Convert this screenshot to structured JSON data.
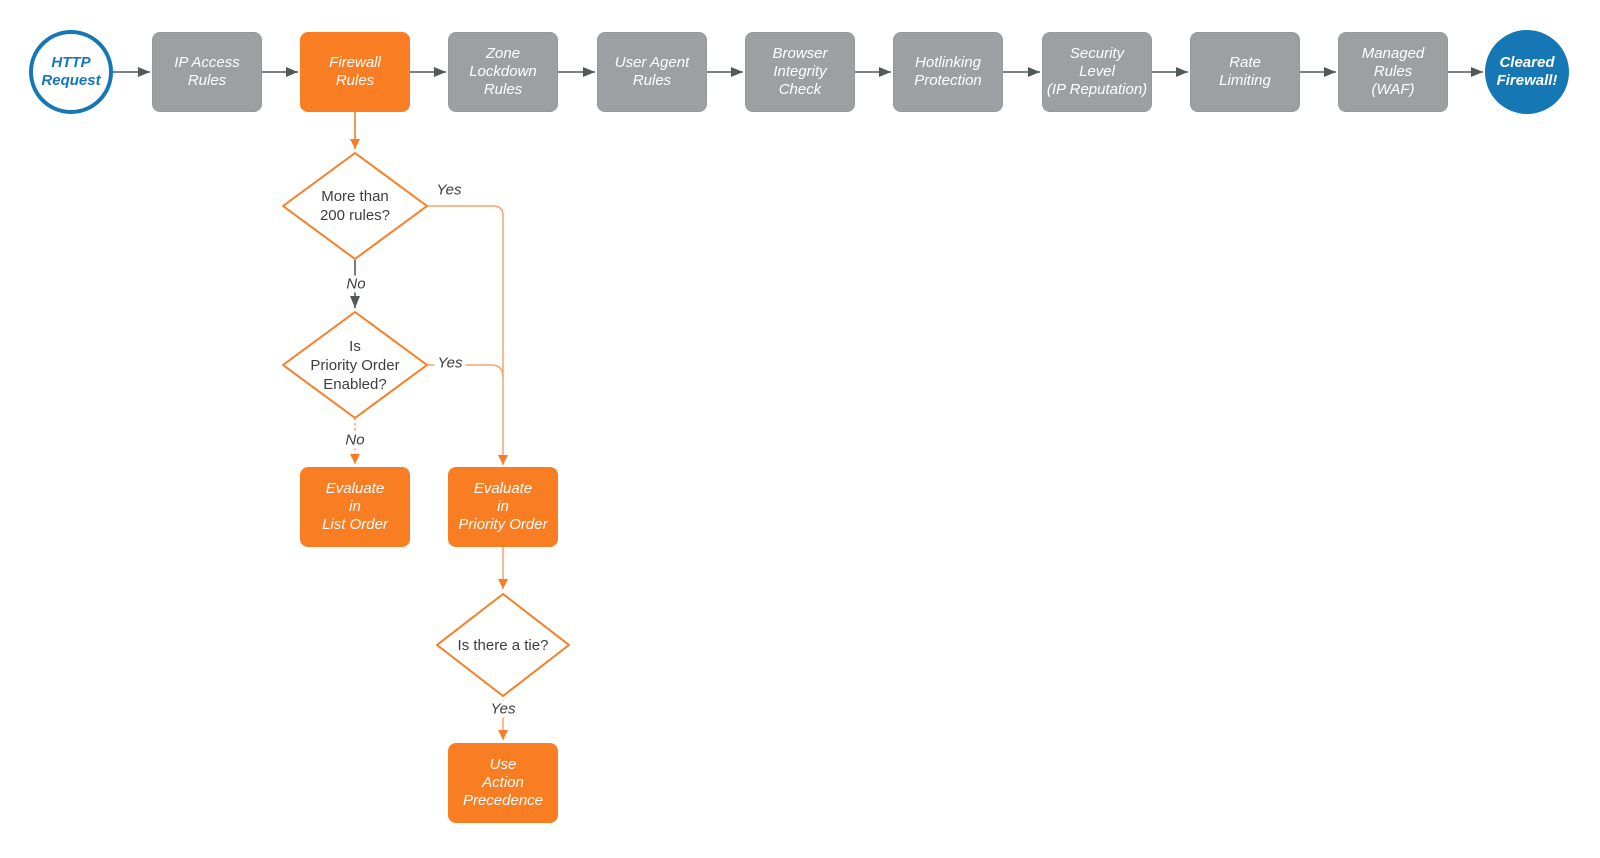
{
  "colors": {
    "blue": "#1578B5",
    "orange": "#F87D23",
    "gray_node": "#9DA0A2",
    "wire_gray": "#55585A",
    "wire_orange_light": "#F8A170",
    "label_text": "#3D3D3D"
  },
  "pipeline": [
    {
      "id": "http-request",
      "label": "HTTP\nRequest"
    },
    {
      "id": "ip-access-rules",
      "label": "IP Access\nRules"
    },
    {
      "id": "firewall-rules",
      "label": "Firewall\nRules"
    },
    {
      "id": "zone-lockdown-rules",
      "label": "Zone\nLockdown\nRules"
    },
    {
      "id": "user-agent-rules",
      "label": "User Agent\nRules"
    },
    {
      "id": "browser-integrity-check",
      "label": "Browser\nIntegrity\nCheck"
    },
    {
      "id": "hotlinking-protection",
      "label": "Hotlinking\nProtection"
    },
    {
      "id": "security-level",
      "label": "Security\nLevel\n(IP Reputation)"
    },
    {
      "id": "rate-limiting",
      "label": "Rate\nLimiting"
    },
    {
      "id": "managed-rules-waf",
      "label": "Managed\nRules\n(WAF)"
    },
    {
      "id": "cleared-firewall",
      "label": "Cleared\nFirewall!"
    }
  ],
  "decisions": [
    {
      "id": "more-than-200-rules",
      "label": "More than\n200 rules?"
    },
    {
      "id": "priority-order-enabled",
      "label": "Is\nPriority Order\nEnabled?"
    },
    {
      "id": "is-there-a-tie",
      "label": "Is there a tie?"
    }
  ],
  "processes": [
    {
      "id": "evaluate-list-order",
      "label": "Evaluate\nin\nList Order"
    },
    {
      "id": "evaluate-priority-order",
      "label": "Evaluate\nin\nPriority Order"
    },
    {
      "id": "use-action-precedence",
      "label": "Use\nAction\nPrecedence"
    }
  ],
  "edge_labels": {
    "d1_yes": "Yes",
    "d1_no": "No",
    "d2_yes": "Yes",
    "d2_no": "No",
    "d3_yes": "Yes"
  }
}
